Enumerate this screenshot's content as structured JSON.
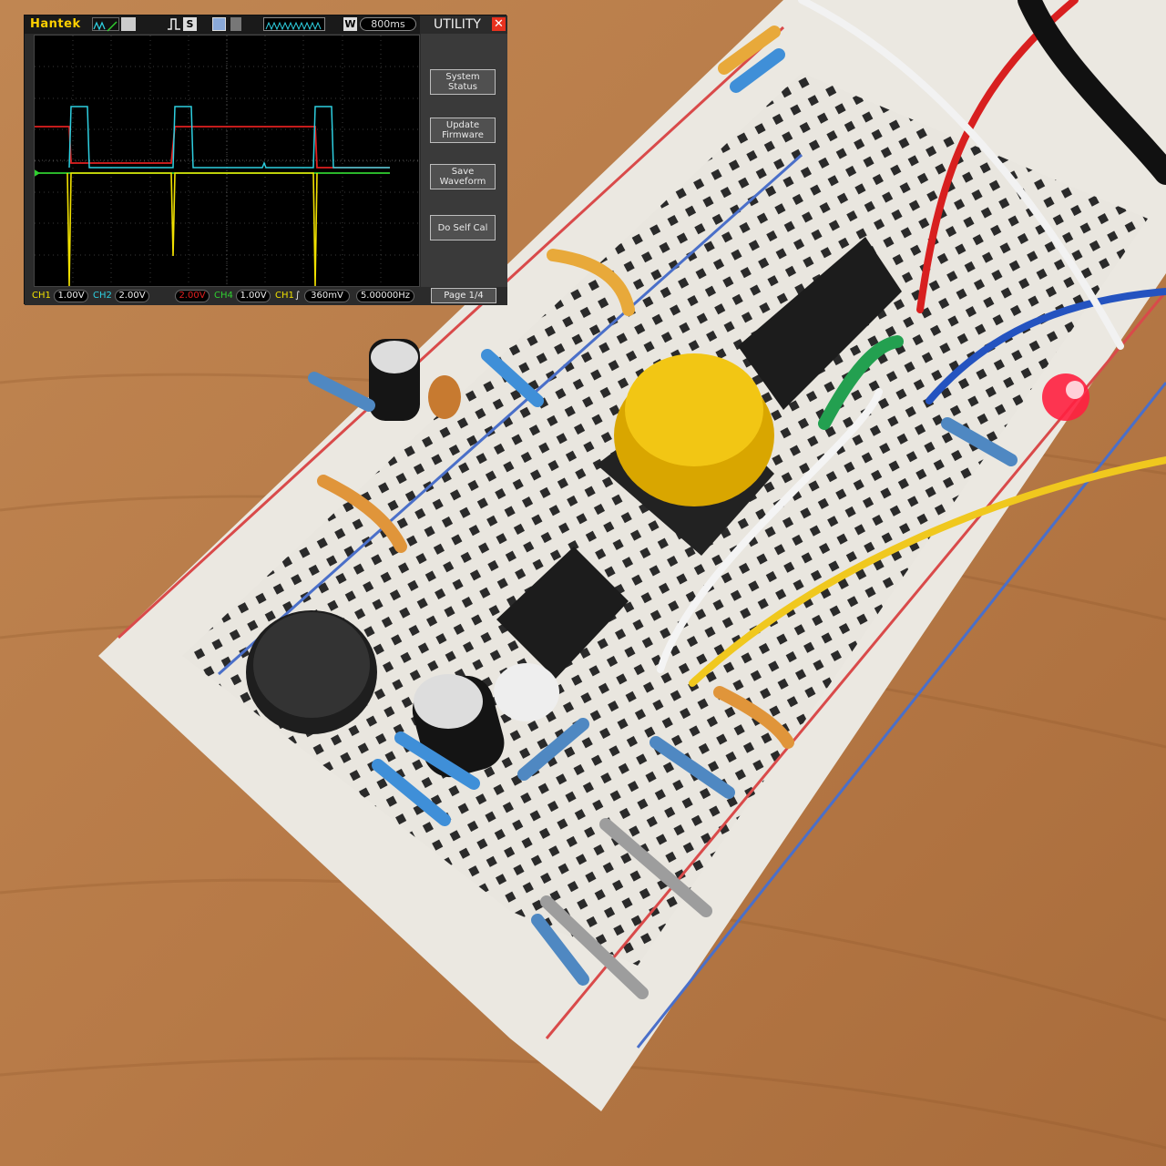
{
  "scope": {
    "brand": "Hantek",
    "trigger_mode": "S",
    "timebase": "800ms",
    "run_state": "W",
    "menu_title": "UTILITY",
    "close_symbol": "✕",
    "menu_buttons": [
      "System\nStatus",
      "Update\nFirmware",
      "Save\nWaveform",
      "Do Self Cal"
    ],
    "page": "Page 1/4",
    "status": {
      "ch1_label": "CH1",
      "ch1_scale": "1.00V",
      "ch2_label": "CH2",
      "ch2_scale": "2.00V",
      "ch3_scale": "2.00V",
      "ch4_label": "CH4",
      "ch4_scale": "1.00V",
      "trig_label": "CH1",
      "trig_level": "360mV",
      "frequency": "5.00000Hz"
    },
    "colors": {
      "ch1": "#f0e000",
      "ch2": "#2ecfe0",
      "ch3": "#e02020",
      "ch4": "#30d030"
    }
  }
}
